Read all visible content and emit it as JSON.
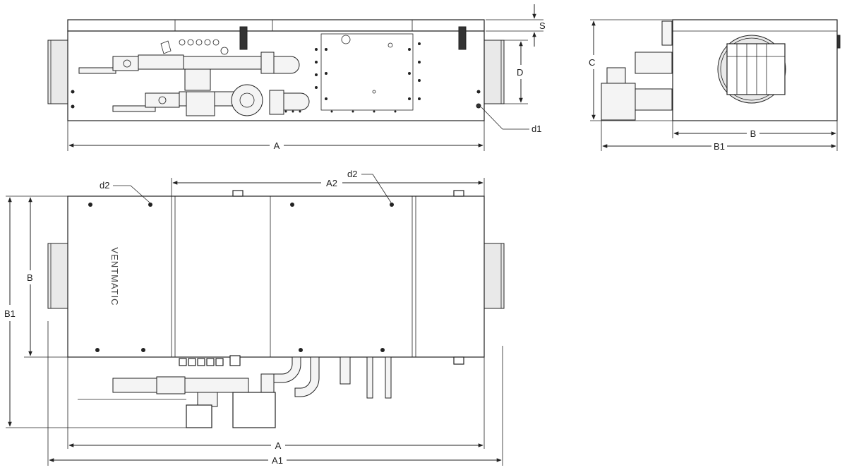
{
  "brand": "VENTMATIC",
  "dimensions": {
    "A": "A",
    "A1": "A1",
    "A2": "A2",
    "B": "B",
    "B1": "B1",
    "C": "C",
    "D": "D",
    "S": "S",
    "d1": "d1",
    "d2": "d2"
  }
}
